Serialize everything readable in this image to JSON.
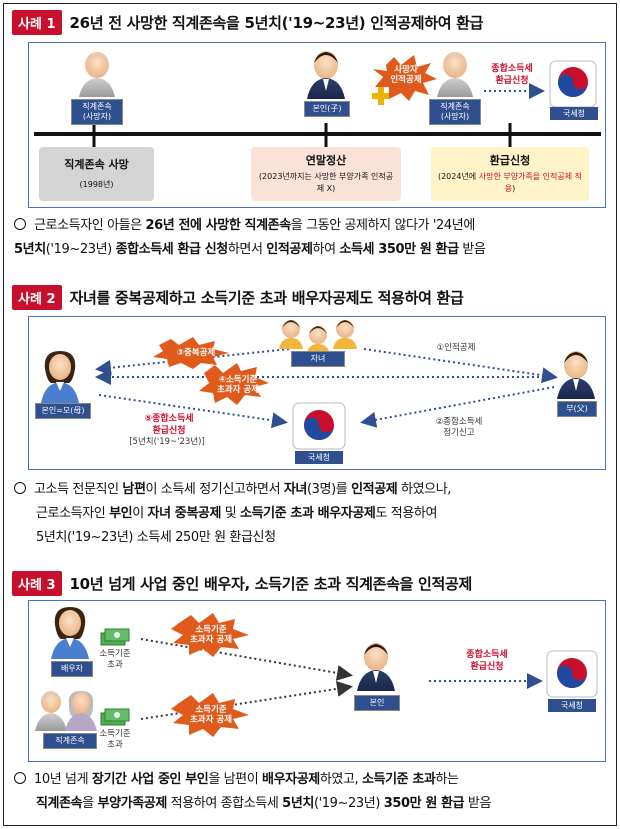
{
  "case1": {
    "badge": "사례 1",
    "title": "26년 전 사망한 직계존속을 5년치('19~23년) 인적공제하여 환급",
    "person_grandpa": "직계존속\n(사망자)",
    "person_me": "본인(子)",
    "person_grandpa2": "직계존속\n(사망자)",
    "star": "사망자\n인적공제",
    "plus": "+",
    "refund_label": "종합소득세\n환급신청",
    "nts": "국세청",
    "t1_title": "직계존속 사망",
    "t1_sub": "(1998년)",
    "t2_title": "연말정산",
    "t2_sub": "(2023년까지는 사망한 부양가족 인적공제 X)",
    "t3_title": "환급신청",
    "t3_sub_a": "(2024년에 ",
    "t3_sub_b": "사망한 부양가족을 인적공제 적용",
    "t3_sub_c": ")",
    "bullet_line1_a": "근로소득자인 아들은 ",
    "bullet_line1_b": "26년 전에 사망한 직계존속",
    "bullet_line1_c": "을 그동안 공제하지 않다가 '24년에",
    "bullet_line2_a": "5년치",
    "bullet_line2_b": "('19~23년) ",
    "bullet_line2_c": "종합소득세 환급 신청",
    "bullet_line2_d": "하면서 ",
    "bullet_line2_e": "인적공제",
    "bullet_line2_f": "하여 ",
    "bullet_line2_g": "소득세 350만 원 환급",
    "bullet_line2_h": " 받음"
  },
  "case2": {
    "badge": "사례 2",
    "title": "자녀를 중복공제하고 소득기준 초과 배우자공제도 적용하여 환급",
    "children": "자녀",
    "mother": "본인=모(母)",
    "father": "부(父)",
    "nts": "국세청",
    "star3": "③중복공제",
    "star4": "④소득기준\n초과자 공제",
    "arrow1": "①인적공제",
    "arrow2": "②종합소득세\n정기신고",
    "red5": "⑤종합소득세\n환급신청",
    "red5_sub": "[5년치('19~'23년)]",
    "l1_a": "고소득 전문직인 ",
    "l1_b": "남편",
    "l1_c": "이 소득세 정기신고하면서 ",
    "l1_d": "자녀",
    "l1_e": "(3명)를 ",
    "l1_f": "인적공제",
    "l1_g": " 하였으나,",
    "l2_a": "근로소득자인 ",
    "l2_b": "부인",
    "l2_c": "이 ",
    "l2_d": "자녀 중복공제",
    "l2_e": " 및 ",
    "l2_f": "소득기준 초과 배우자공제",
    "l2_g": "도 적용하여",
    "l3": "5년치('19~23년) 소득세 250만 원 환급신청"
  },
  "case3": {
    "badge": "사례 3",
    "title": "10년 넘게 사업 중인 배우자, 소득기준 초과 직계존속을 인적공제",
    "spouse": "배우자",
    "money1": "소득기준\n초과",
    "elders": "직계존속",
    "money2": "소득기준\n초과",
    "star1": "소득기준\n초과자 공제",
    "star2": "소득기준\n초과자 공제",
    "me": "본인",
    "red": "종합소득세\n환급신청",
    "nts": "국세청",
    "l1_a": "10년 넘게 ",
    "l1_b": "장기간 사업 중인 부인",
    "l1_c": "을 남편이 ",
    "l1_d": "배우자공제",
    "l1_e": "하였고, ",
    "l1_f": "소득기준 초과",
    "l1_g": "하는",
    "l2_a": "직계존속",
    "l2_b": "을 ",
    "l2_c": "부양가족공제",
    "l2_d": " 적용하여 종합소득세 ",
    "l2_e": "5년치",
    "l2_f": "('19~23년) ",
    "l2_g": "350만 원 환급",
    "l2_h": " 받음"
  },
  "colors": {
    "badge": "#c8102e",
    "box_border": "#4a6fd0",
    "star": "#e05a1c",
    "navy": "#2f4f8f"
  }
}
